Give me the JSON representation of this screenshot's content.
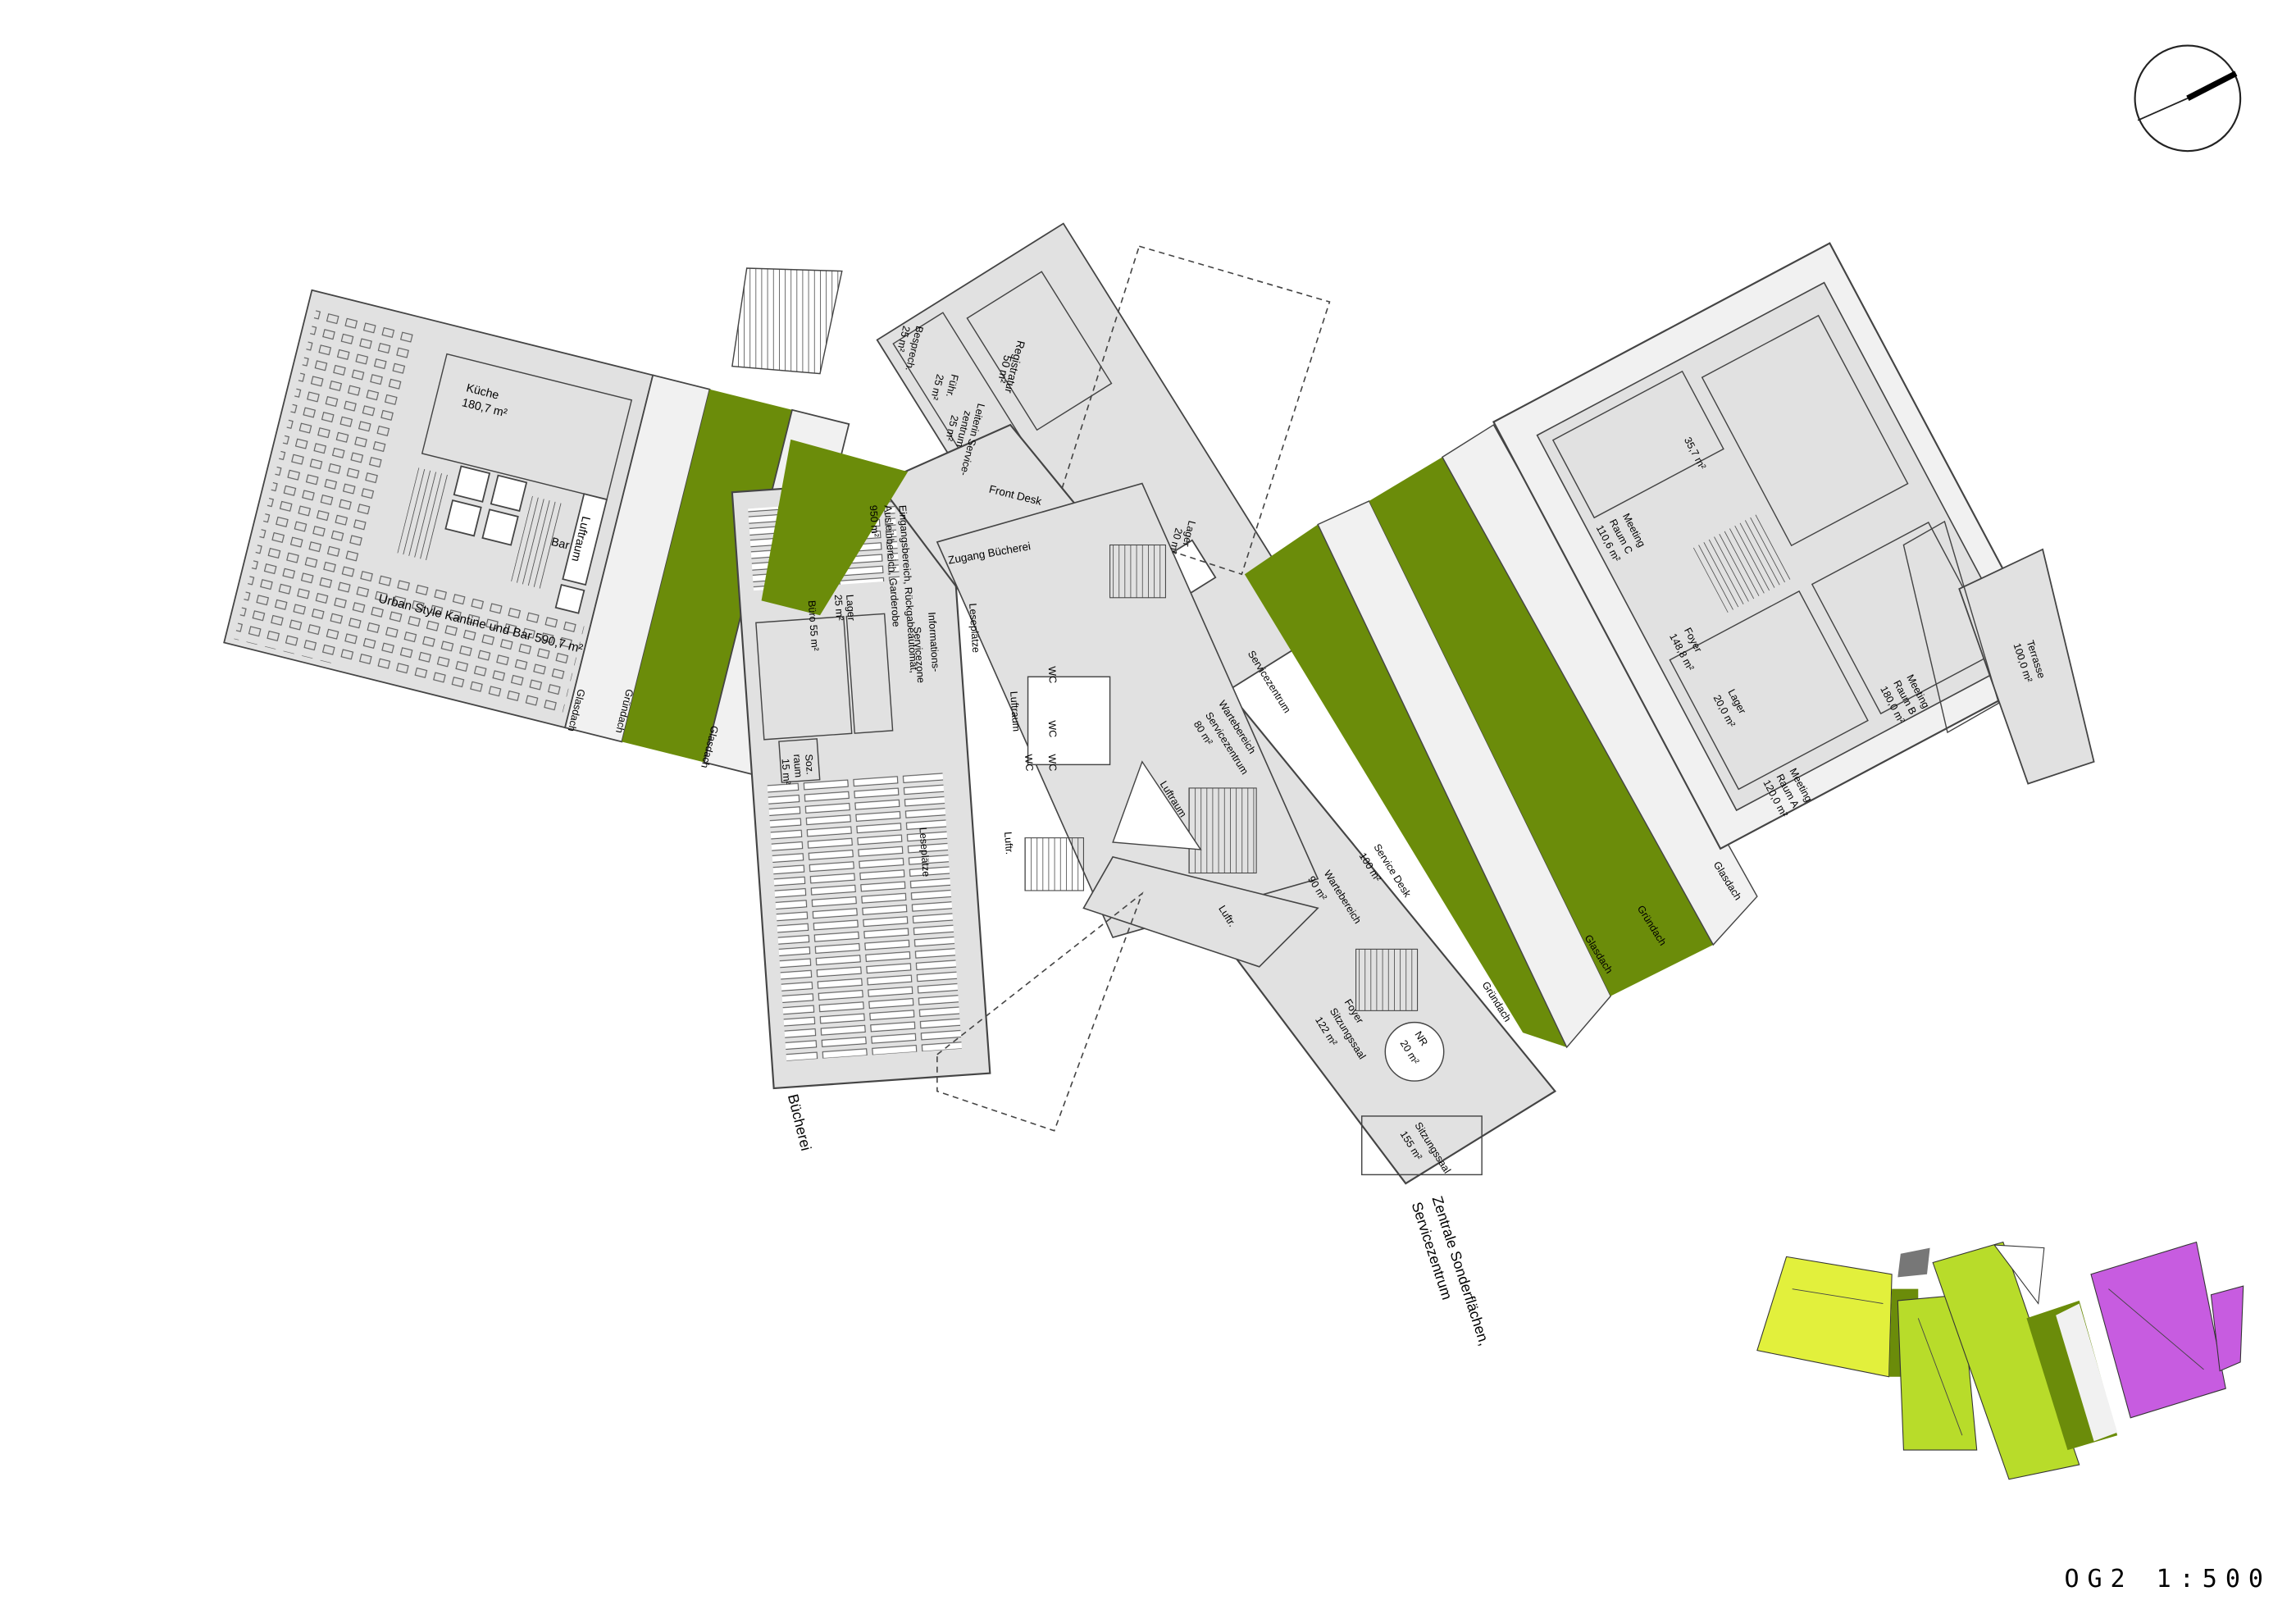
{
  "drawing": {
    "scale_label": "OG2  1:500",
    "colors": {
      "green_roof": "#6b8c0a",
      "floor_gray": "#e1e1e1",
      "glass_roof": "#f1f1f1",
      "line": "#4d4d4d",
      "mini_yellow": "#e2f03c",
      "mini_lime": "#b8dc2a",
      "mini_purple": "#c75ce0"
    }
  },
  "labels": {
    "kueche": "Küche",
    "kueche_area": "180,7 m²",
    "bar": "Bar",
    "luftraum1": "Luftraum",
    "kantine": "Urban Style Kantine und Bar 590,7 m²",
    "glasdach1": "Glasdach",
    "gruendach1": "Gründach",
    "glasdach2": "Glasdach",
    "besprech": "Besprech.",
    "besprech_area": "25 m²",
    "fuehr": "Führ.",
    "fuehr_area": "25 m²",
    "leiterin": "Leiterin Service-",
    "zentrum": "zentrum",
    "leiterin_area": "25 m²",
    "registratur": "Registratur",
    "registratur_area": "50 m²",
    "front_desk": "Front Desk",
    "lager1": "Lager",
    "lager1_area": "20 m²",
    "zugang": "Zugang Bücherei",
    "eingang": "Eingangsbereich, Rückgabeautomat,",
    "ausleih": "Ausleihbereich, Garderobe",
    "eingang_area": "950 m²",
    "info": "Informations-",
    "servicezone": "Servicezone",
    "buero": "Büro 55 m²",
    "lager2": "Lager",
    "lager2_area": "25 m²",
    "sozraum": "Soz.",
    "sozraum2": "raum",
    "sozraum_area": "15 m²",
    "leseplaetze1": "Leseplätze",
    "leseplaetze2": "Leseplätze",
    "wc1": "WC",
    "wc2": "WC",
    "wc3": "WC",
    "wc4": "WC",
    "luftraum2": "Luftraum",
    "luftraum3": "Luftraum",
    "luftr1": "Luftr.",
    "luftr2": "Luftr.",
    "servicezentrum": "Servicezentrum",
    "warte1": "Wartebereich",
    "warte1b": "Servicezentrum",
    "warte1_area": "80 m²",
    "warte2": "Wartebereich",
    "warte2_area": "90 m²",
    "servicedesk": "Service Desk",
    "servicedesk_area": "100 m²",
    "foyer1": "Foyer",
    "foyer1b": "Sitzungssaal",
    "foyer1_area": "122 m²",
    "nr": "NR",
    "nr_area": "20 m²",
    "sitzung": "Sitzungssaal",
    "sitzung_area": "155 m²",
    "gruendach2": "Gründach",
    "gruendach3": "Gründach",
    "glasdach3": "Glasdach",
    "glasdach4": "Glasdach",
    "meeting_c": "Meeting",
    "meeting_c2": "Raum C",
    "meeting_c_area": "110,6 m²",
    "area_357": "35,7 m²",
    "foyer2": "Foyer",
    "foyer2_area": "148,8 m²",
    "lager3": "Lager",
    "lager3_area": "20,0 m²",
    "meeting_b": "Meeting",
    "meeting_b2": "Raum B",
    "meeting_b_area": "180,0 m²",
    "meeting_a": "Meeting",
    "meeting_a2": "Raum A",
    "meeting_a_area": "120,0 m²",
    "terrasse": "Terrasse",
    "terrasse_area": "100,0 m²",
    "buecherei": "Bücherei",
    "zentrale": "Zentrale Sonderflächen,",
    "zentrale2": "Servicezentrum"
  }
}
